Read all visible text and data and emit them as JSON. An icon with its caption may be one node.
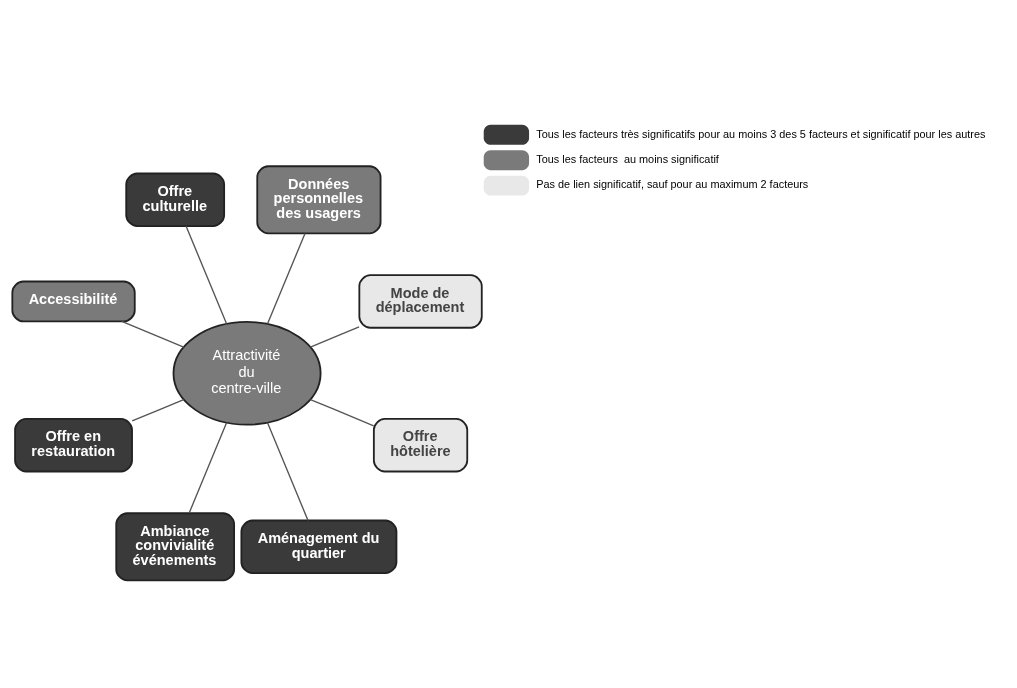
{
  "diagram": {
    "nodes": [
      {
        "text": [
          "Attractivité du centre-ville"
        ]
      },
      {
        "text": [
          "Mode de déplacement"
        ]
      },
      {
        "text": [
          "Données personnelles des usagers"
        ]
      },
      {
        "text": [
          "Offre culturelle"
        ]
      },
      {
        "text": [
          "Accessibilité"
        ]
      },
      {
        "text": [
          "Offre en restauration"
        ]
      },
      {
        "text": [
          "Ambiance convivialité événements"
        ]
      },
      {
        "text": [
          "Aménagement du quartier"
        ]
      },
      {
        "text": [
          "Offre hôtelière"
        ]
      }
    ],
    "edges": [
      {
        "from": 0,
        "to": 1,
        "arrow": "none"
      },
      {
        "from": 0,
        "to": 2,
        "arrow": "none"
      },
      {
        "from": 0,
        "to": 3,
        "arrow": "none"
      },
      {
        "from": 0,
        "to": 4,
        "arrow": "none"
      },
      {
        "from": 0,
        "to": 5,
        "arrow": "none"
      },
      {
        "from": 0,
        "to": 6,
        "arrow": "none"
      },
      {
        "from": 0,
        "to": 7,
        "arrow": "none"
      },
      {
        "from": 0,
        "to": 8,
        "arrow": "none"
      }
    ],
    "legend": [
      {
        "text": "Tous les facteurs très significatifs pour au moins 3 des 5 facteurs et significatif pour les autres",
        "color": "#3a3a3a"
      },
      {
        "text": "Tous les facteurs  au moins significatif",
        "color": "#7a7a7a"
      },
      {
        "text": "Pas de lien significatif, sauf pour au maximum 2 facteurs",
        "color": "#e8e8e8"
      }
    ]
  }
}
